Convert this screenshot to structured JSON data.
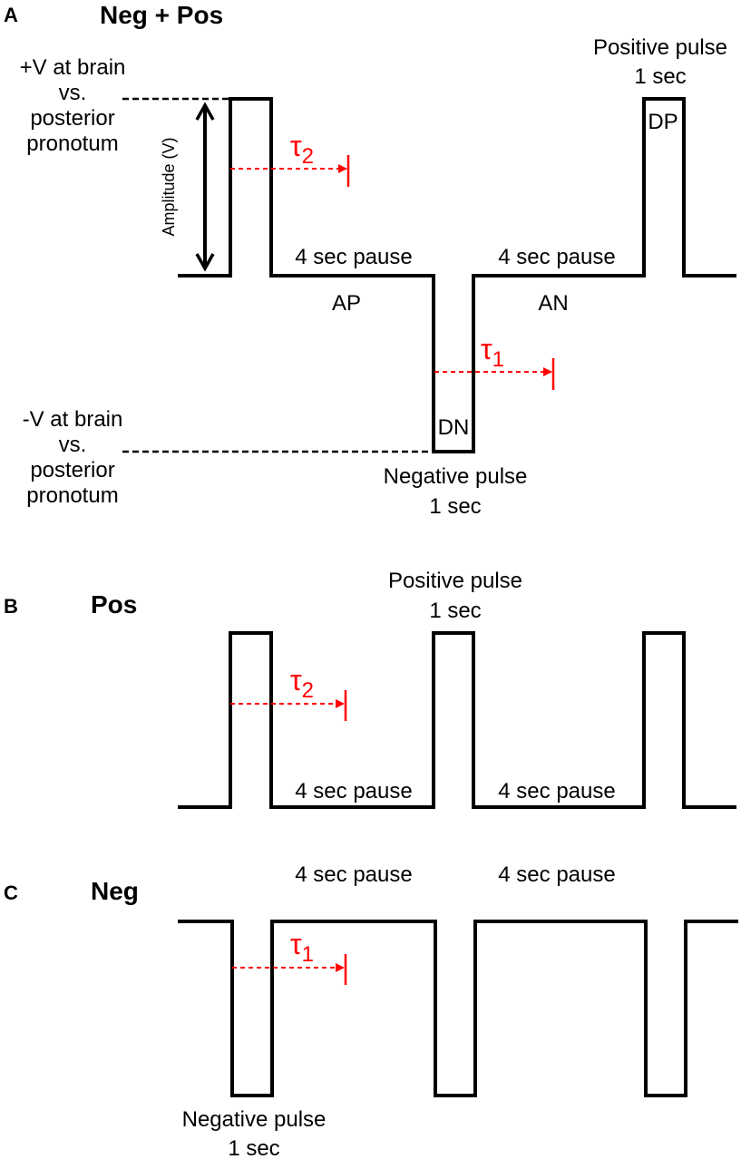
{
  "colors": {
    "stroke": "#000000",
    "tau": "#ff0000",
    "background": "#ffffff"
  },
  "panels": {
    "a": {
      "letter": "A",
      "title": "Neg + Pos",
      "pos_ref": [
        "+V at brain",
        "vs.",
        "posterior",
        "pronotum"
      ],
      "neg_ref": [
        "-V at brain",
        "vs.",
        "posterior",
        "pronotum"
      ],
      "amplitude": "Amplitude (V)",
      "tau2": {
        "symbol": "τ",
        "sub": "2"
      },
      "tau1": {
        "symbol": "τ",
        "sub": "1"
      },
      "pause1": "4 sec pause",
      "pause2": "4 sec pause",
      "ap": "AP",
      "an": "AN",
      "dn": "DN",
      "dp": "DP",
      "pos_pulse": [
        "Positive pulse",
        "1 sec"
      ],
      "neg_pulse": [
        "Negative pulse",
        "1 sec"
      ]
    },
    "b": {
      "letter": "B",
      "title": "Pos",
      "tau2": {
        "symbol": "τ",
        "sub": "2"
      },
      "pos_pulse": [
        "Positive pulse",
        "1 sec"
      ],
      "pause1": "4 sec pause",
      "pause2": "4 sec pause"
    },
    "c": {
      "letter": "C",
      "title": "Neg",
      "tau1": {
        "symbol": "τ",
        "sub": "1"
      },
      "pause1": "4 sec pause",
      "pause2": "4 sec pause",
      "neg_pulse": [
        "Negative pulse",
        "1 sec"
      ]
    }
  }
}
